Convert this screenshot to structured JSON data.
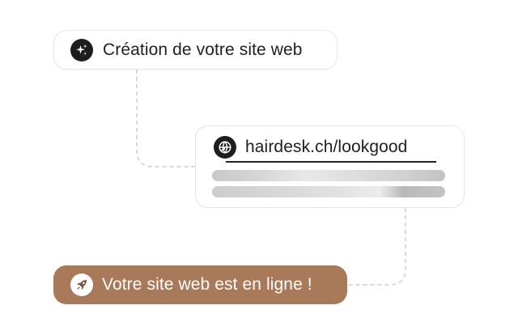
{
  "steps": [
    {
      "label": "Création de votre site web",
      "icon": "sparkles-icon"
    },
    {
      "url": "hairdesk.ch/lookgood",
      "icon": "globe-icon"
    },
    {
      "label": "Votre site web est en ligne !",
      "icon": "rocket-icon"
    }
  ],
  "colors": {
    "accent": "#a87a5a",
    "icon_dark": "#1e1e1e",
    "connector": "#d9d9d9",
    "skeleton": "#cccccc"
  }
}
